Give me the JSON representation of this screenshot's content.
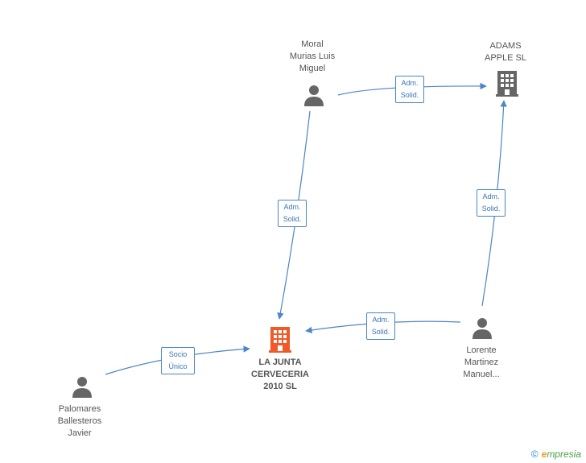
{
  "colors": {
    "edge": "#4a86c8",
    "person_icon": "#666666",
    "company_icon": "#666666",
    "main_company_icon": "#f05a28"
  },
  "nodes": {
    "moral": {
      "line1": "Moral",
      "line2": "Murias Luis",
      "line3": "Miguel",
      "icon": "person-icon"
    },
    "adams": {
      "line1": "ADAMS",
      "line2": "APPLE SL",
      "icon": "building-icon"
    },
    "la_junta": {
      "line1": "LA JUNTA",
      "line2": "CERVECERIA",
      "line3": "2010 SL",
      "icon": "building-icon"
    },
    "lorente": {
      "line1": "Lorente",
      "line2": "Martinez",
      "line3": "Manuel...",
      "icon": "person-icon"
    },
    "palomares": {
      "line1": "Palomares",
      "line2": "Ballesteros",
      "line3": "Javier",
      "icon": "person-icon"
    }
  },
  "edges": {
    "moral_adams": {
      "line1": "Adm.",
      "line2": "Solid."
    },
    "moral_junta": {
      "line1": "Adm.",
      "line2": "Solid."
    },
    "lorente_adams": {
      "line1": "Adm.",
      "line2": "Solid."
    },
    "lorente_junta": {
      "line1": "Adm.",
      "line2": "Solid."
    },
    "palomares_junta": {
      "line1": "Socio",
      "line2": "Único"
    }
  },
  "watermark": {
    "copyright": "©",
    "brand_initial": "e",
    "brand_rest": "mpresia"
  }
}
